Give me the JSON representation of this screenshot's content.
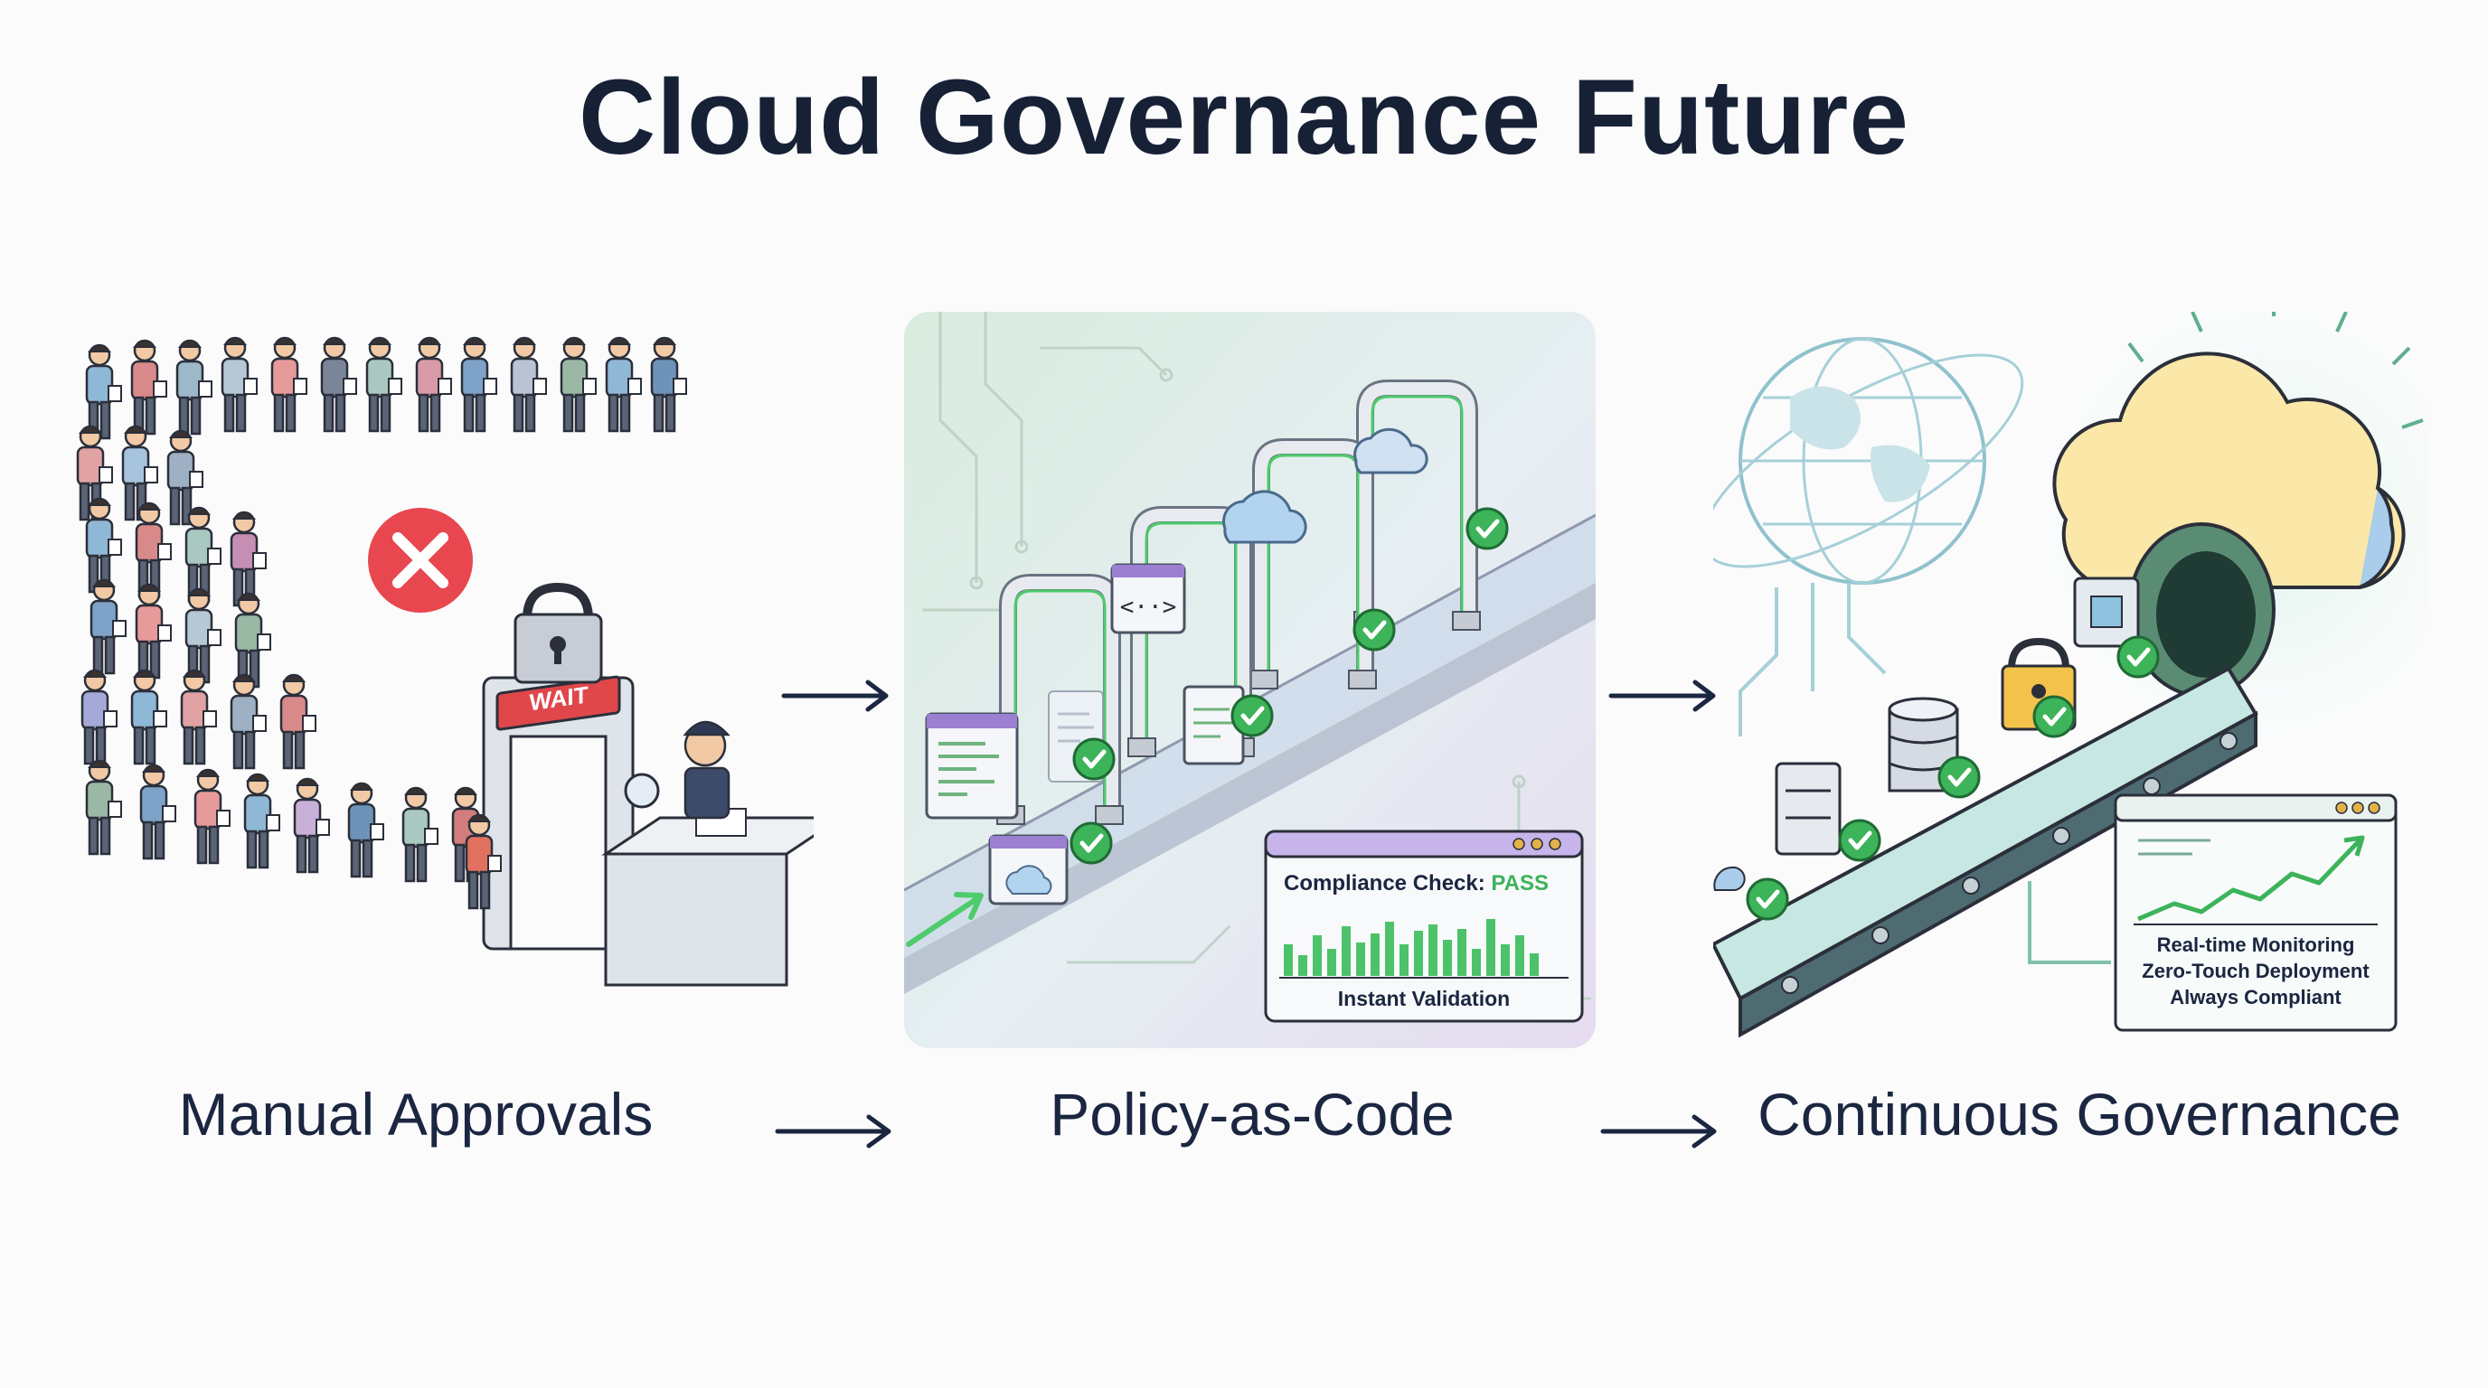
{
  "title": "Cloud Governance Future",
  "stages": [
    {
      "label": "Manual Approvals",
      "status_icon": "x-icon",
      "sign": "WAIT"
    },
    {
      "label": "Policy-as-Code",
      "window_title": "Compliance Check: ",
      "window_status": "PASS",
      "window_caption": "Instant Validation",
      "code_glyph": "<··>"
    },
    {
      "label": "Continuous Governance",
      "monitor_lines": [
        "Real-time Monitoring",
        "Zero-Touch Deployment",
        "Always Compliant"
      ]
    }
  ],
  "colors": {
    "accent_green": "#3db35a",
    "error_red": "#e8474f",
    "text_dark": "#172136",
    "policy_bg": "#e6f0ea",
    "cloud_yellow": "#fbe7a8",
    "cloud_blue": "#a9cdea"
  }
}
